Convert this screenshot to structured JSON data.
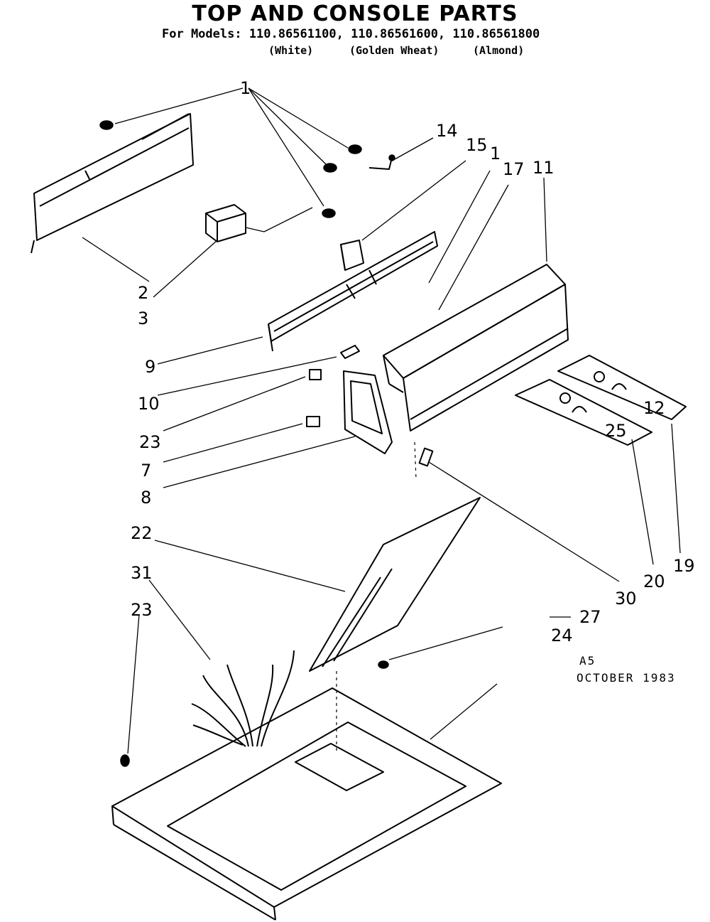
{
  "header": {
    "title": "TOP AND CONSOLE PARTS",
    "models_line": "For Models: 110.86561100, 110.86561600, 110.86561800",
    "model_colors": [
      "(White)",
      "(Golden Wheat)",
      "(Almond)"
    ]
  },
  "callouts": {
    "c1": "1",
    "c14": "14",
    "c15": "15",
    "c1b": "1",
    "c17": "17",
    "c11": "11",
    "c2": "2",
    "c3": "3",
    "c9": "9",
    "c10": "10",
    "c23a": "23",
    "c7": "7",
    "c8": "8",
    "c12": "12",
    "c25": "25",
    "c22": "22",
    "c31": "31",
    "c23b": "23",
    "c30": "30",
    "c20": "20",
    "c19": "19",
    "c27": "27",
    "c24": "24"
  },
  "footnote": {
    "code": "A5",
    "date": "OCTOBER 1983"
  }
}
